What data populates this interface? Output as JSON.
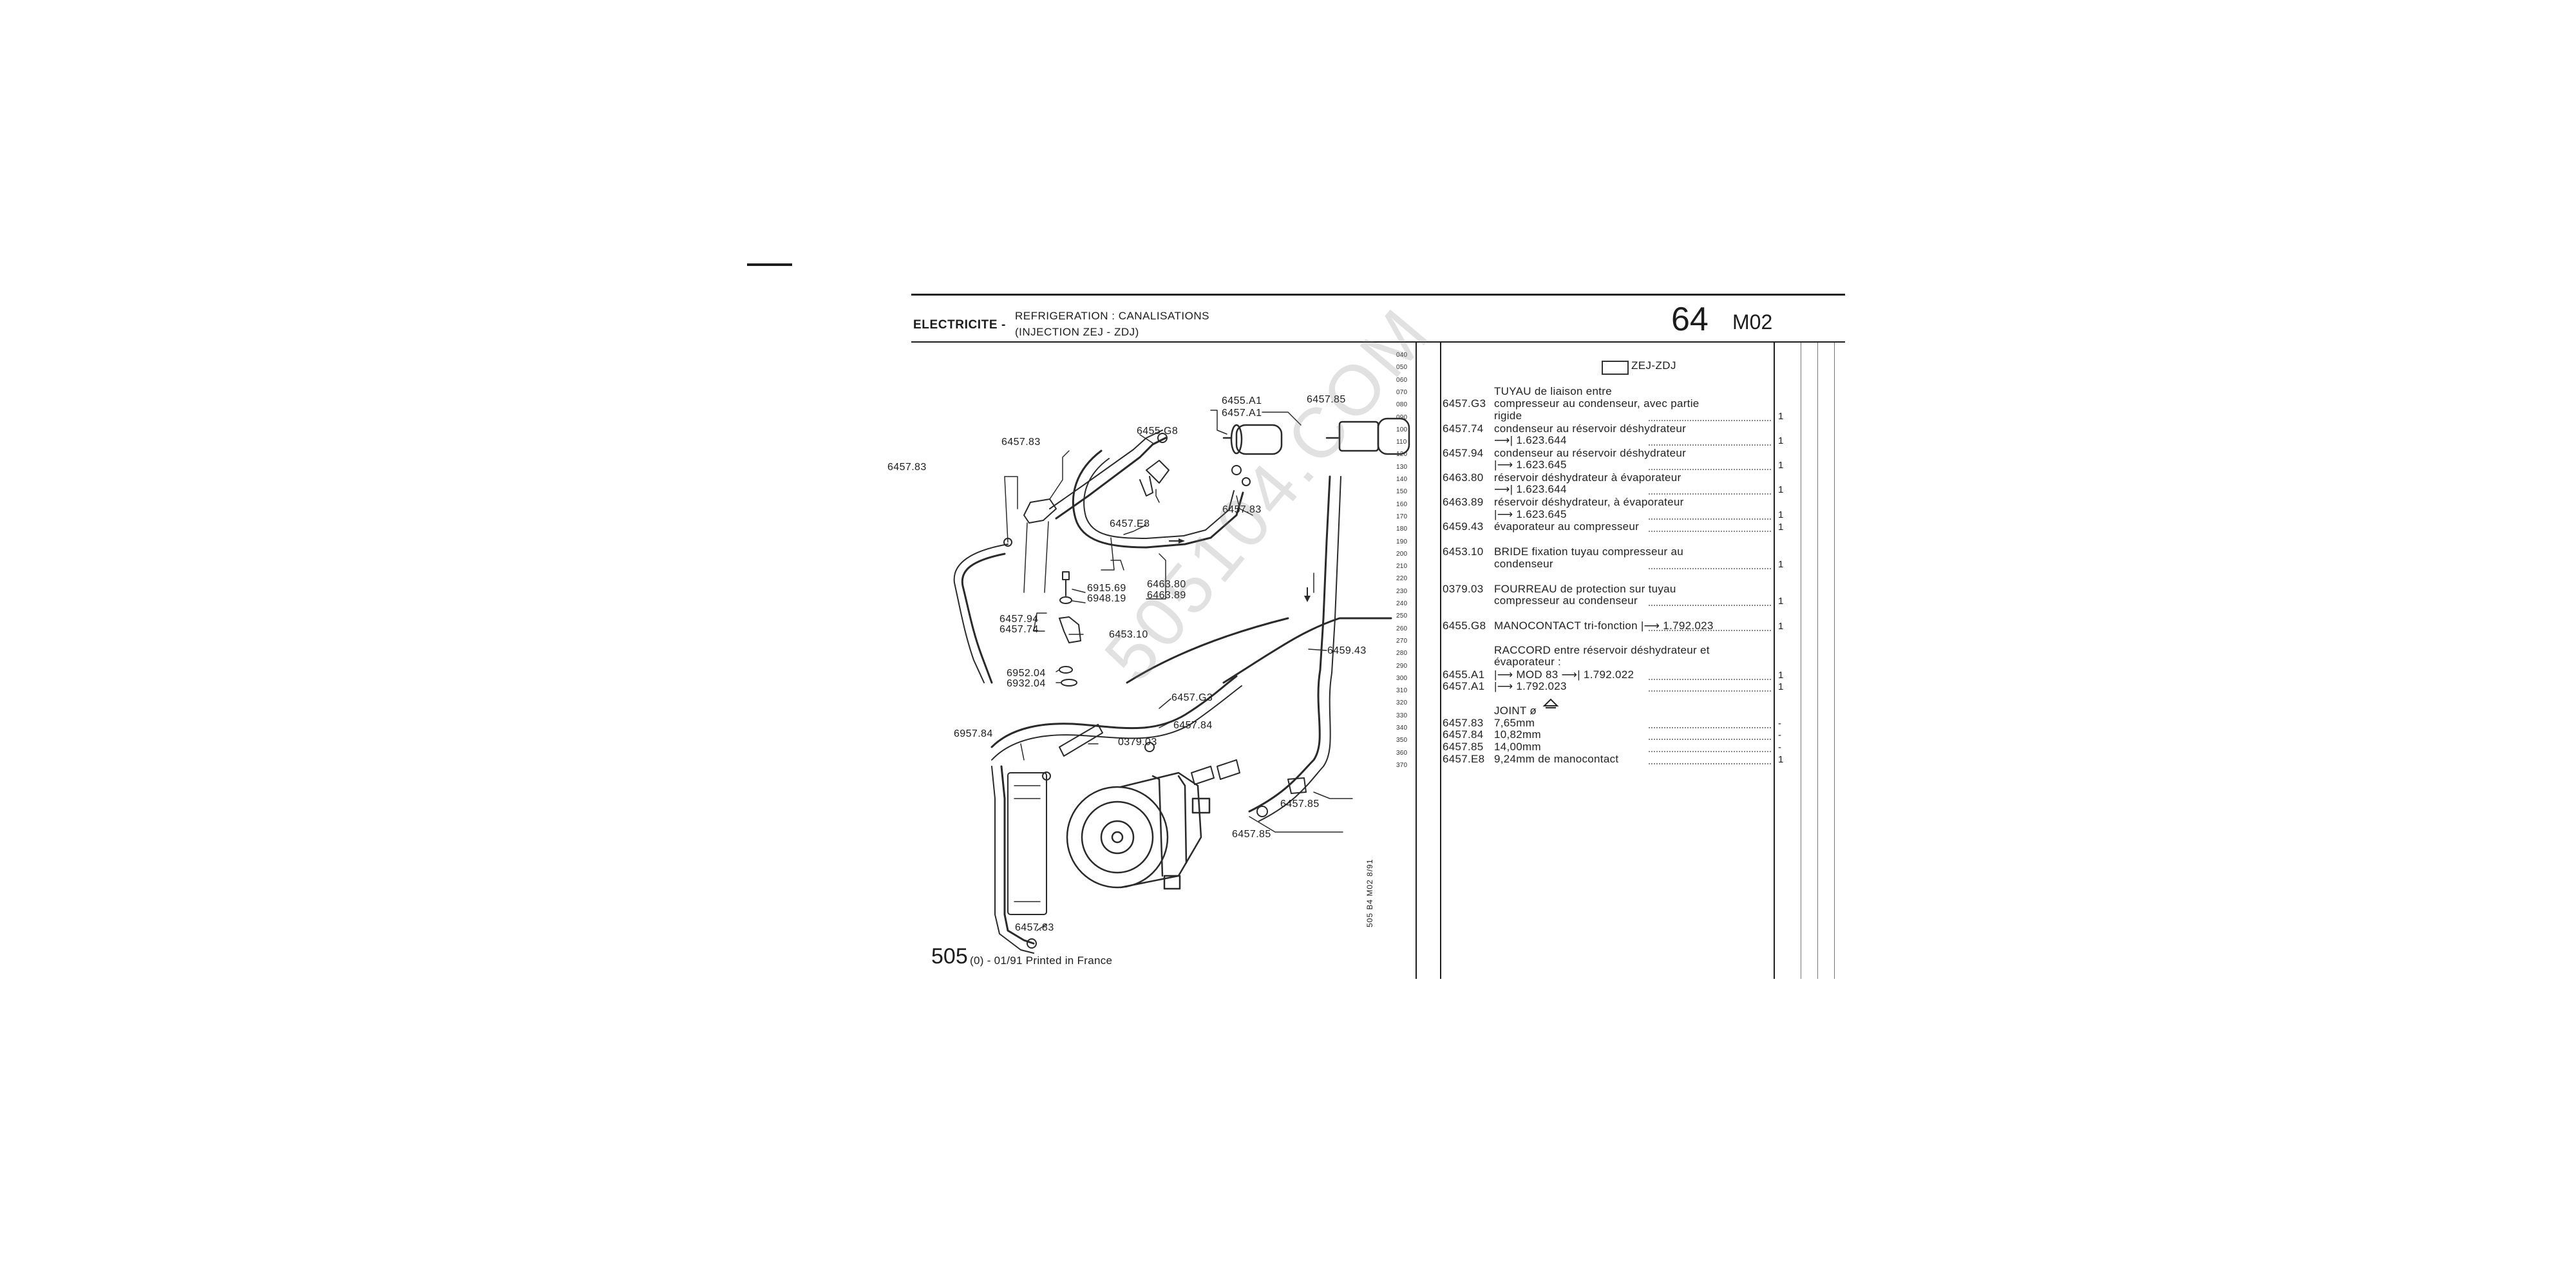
{
  "header": {
    "section": "ELECTRICITE -",
    "subtitle_line1": "REFRIGERATION : CANALISATIONS",
    "subtitle_line2": "(INJECTION ZEJ - ZDJ)",
    "group_number": "64",
    "plate_code": "M02"
  },
  "footer": {
    "model": "505",
    "print_info": "(0) - 01/91 Printed in France",
    "vertical_ref": "505 B4 M02 8/91"
  },
  "watermark": "505104.COM",
  "diagram_labels": {
    "l_6455A1": "6455.A1",
    "l_6457A1": "6457.A1",
    "l_6457_85_top": "6457.85",
    "l_6455G8": "6455.G8",
    "l_6457_83_tl": "6457.83",
    "l_6457_83_l": "6457.83",
    "l_6457E8": "6457.E8",
    "l_6457_83_m": "6457.83",
    "l_6915_69": "6915.69",
    "l_6948_19": "6948.19",
    "l_6463_80": "6463.80",
    "l_6463_89": "6463.89",
    "l_6457_94": "6457.94",
    "l_6457_74": "6457.74",
    "l_6453_10": "6453.10",
    "l_6459_43": "6459.43",
    "l_6952_04": "6952.04",
    "l_6932_04": "6932.04",
    "l_6457G3": "6457.G3",
    "l_6457_84": "6457.84",
    "l_6957_84": "6957.84",
    "l_0379_03": "0379.03",
    "l_6457_85_r": "6457.85",
    "l_6457_85_b": "6457.85",
    "l_6457_83_b": "6457.83"
  },
  "ruler_ticks": [
    "040",
    "050",
    "060",
    "070",
    "080",
    "090",
    "100",
    "110",
    "120",
    "130",
    "140",
    "150",
    "160",
    "170",
    "180",
    "190",
    "200",
    "210",
    "220",
    "230",
    "240",
    "250",
    "260",
    "270",
    "280",
    "290",
    "300",
    "310",
    "320",
    "330",
    "340",
    "350",
    "360",
    "370"
  ],
  "parts": {
    "heading_tag": "ZEJ-ZDJ",
    "rows": [
      {
        "code": "",
        "desc": "TUYAU de liaison entre",
        "qty": ""
      },
      {
        "code": "6457.G3",
        "desc": "compresseur au condenseur, avec partie",
        "qty": ""
      },
      {
        "code": "",
        "desc": "rigide",
        "qty": "1"
      },
      {
        "code": "6457.74",
        "desc": "condenseur au réservoir déshydrateur",
        "qty": ""
      },
      {
        "code": "",
        "desc": "⟶| 1.623.644",
        "qty": "1"
      },
      {
        "code": "6457.94",
        "desc": "condenseur au réservoir déshydrateur",
        "qty": ""
      },
      {
        "code": "",
        "desc": "|⟶ 1.623.645",
        "qty": "1"
      },
      {
        "code": "6463.80",
        "desc": "réservoir déshydrateur à évaporateur",
        "qty": ""
      },
      {
        "code": "",
        "desc": "⟶| 1.623.644",
        "qty": "1"
      },
      {
        "code": "6463.89",
        "desc": "réservoir déshydrateur, à évaporateur",
        "qty": ""
      },
      {
        "code": "",
        "desc": "|⟶ 1.623.645",
        "qty": "1"
      },
      {
        "code": "6459.43",
        "desc": "évaporateur au compresseur",
        "qty": "1"
      },
      {
        "code": "6453.10",
        "desc": "BRIDE fixation tuyau compresseur au",
        "qty": ""
      },
      {
        "code": "",
        "desc": "condenseur",
        "qty": "1"
      },
      {
        "code": "0379.03",
        "desc": "FOURREAU de protection sur tuyau",
        "qty": ""
      },
      {
        "code": "",
        "desc": "compresseur au condenseur",
        "qty": "1"
      },
      {
        "code": "6455.G8",
        "desc": "MANOCONTACT tri-fonction |⟶ 1.792.023",
        "qty": "1"
      },
      {
        "code": "",
        "desc": "RACCORD entre réservoir déshydrateur et",
        "qty": ""
      },
      {
        "code": "",
        "desc": "évaporateur :",
        "qty": ""
      },
      {
        "code": "6455.A1",
        "desc": "|⟶ MOD 83 ⟶| 1.792.022",
        "qty": "1"
      },
      {
        "code": "6457.A1",
        "desc": "|⟶ 1.792.023",
        "qty": "1"
      },
      {
        "code": "",
        "desc": "JOINT ø",
        "qty": ""
      },
      {
        "code": "6457.83",
        "desc": "7,65mm",
        "qty": "-"
      },
      {
        "code": "6457.84",
        "desc": "10,82mm",
        "qty": "-"
      },
      {
        "code": "6457.85",
        "desc": "14,00mm",
        "qty": "-"
      },
      {
        "code": "6457.E8",
        "desc": "9,24mm de manocontact",
        "qty": "1"
      }
    ]
  }
}
